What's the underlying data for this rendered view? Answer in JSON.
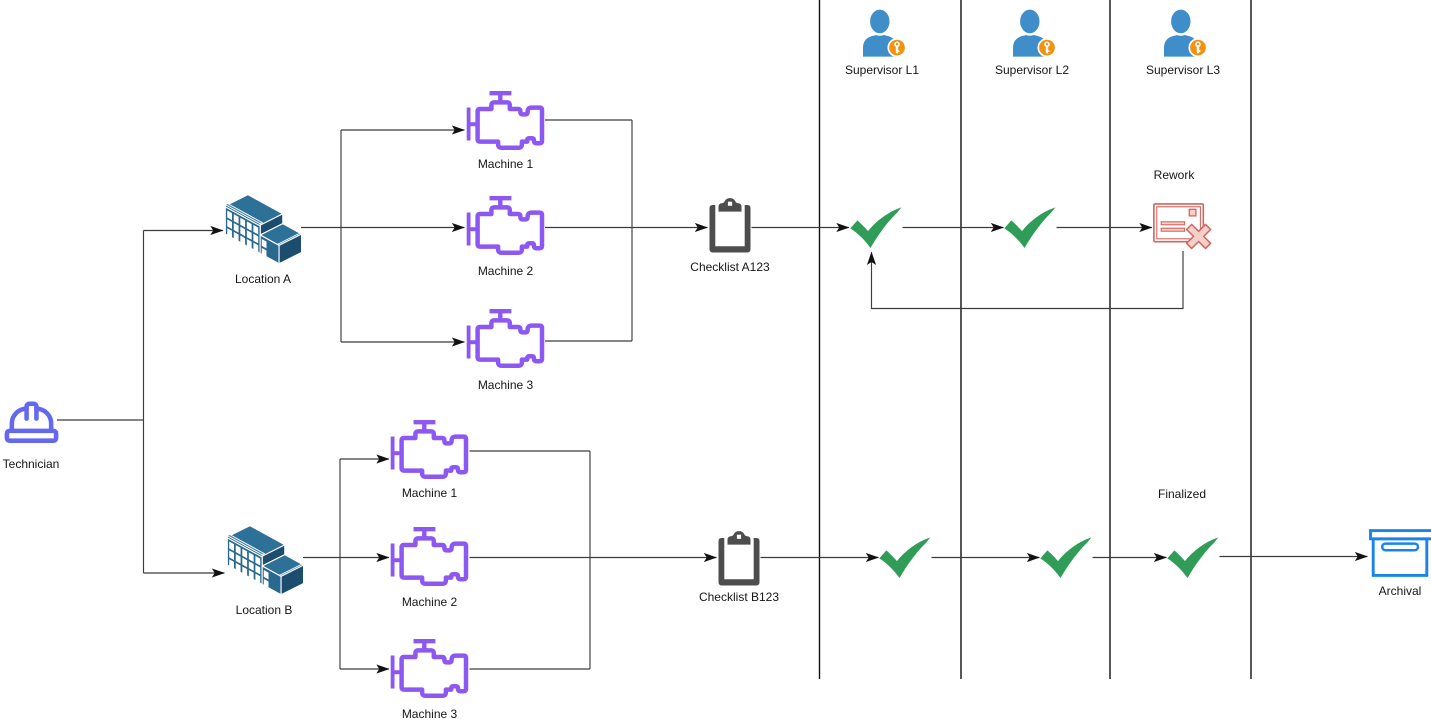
{
  "diagram": {
    "type": "approval-workflow-flowchart",
    "background": "#ffffff",
    "lanes": [
      {
        "label": "Supervisor L1"
      },
      {
        "label": "Supervisor L2"
      },
      {
        "label": "Supervisor L3"
      }
    ],
    "nodes": {
      "technician": {
        "label": "Technician",
        "icon": "hard-hat-icon"
      },
      "location_a": {
        "label": "Location A",
        "icon": "building-icon"
      },
      "location_b": {
        "label": "Location B",
        "icon": "building-icon"
      },
      "machines_a": [
        {
          "label": "Machine 1",
          "icon": "engine-icon"
        },
        {
          "label": "Machine 2",
          "icon": "engine-icon"
        },
        {
          "label": "Machine 3",
          "icon": "engine-icon"
        }
      ],
      "machines_b": [
        {
          "label": "Machine 1",
          "icon": "engine-icon"
        },
        {
          "label": "Machine 2",
          "icon": "engine-icon"
        },
        {
          "label": "Machine 3",
          "icon": "engine-icon"
        }
      ],
      "checklist_a": {
        "label": "Checklist A123",
        "icon": "clipboard-icon"
      },
      "checklist_b": {
        "label": "Checklist B123",
        "icon": "clipboard-icon"
      },
      "approvals_a": [
        {
          "icon": "check-icon"
        },
        {
          "icon": "check-icon"
        }
      ],
      "approvals_b": [
        {
          "icon": "check-icon"
        },
        {
          "icon": "check-icon"
        },
        {
          "icon": "check-icon"
        }
      ],
      "rework": {
        "label": "Rework",
        "icon": "rejected-document-icon"
      },
      "finalized": {
        "label": "Finalized"
      },
      "archival": {
        "label": "Archival",
        "icon": "archive-box-icon"
      }
    },
    "colors": {
      "connector": "#3c3c3c",
      "lane-line": "#101010",
      "tech-purple": "#6468ef",
      "machine-purple": "#8d58f2",
      "person-blue": "#3f8dc9",
      "badge-orange": "#f2920f",
      "check-green": "#2f9c57",
      "clipboard-gray": "#4d4d4d",
      "rework-red": "#d0655e",
      "rework-pink": "#f6cfcb",
      "archival-blue": "#1a85e8",
      "bld-main": "#29688f",
      "bld-roof": "#2e7198",
      "bld-dark": "#1c4c6e",
      "bld-light": "#4386ae",
      "label-text": "#161616"
    }
  }
}
